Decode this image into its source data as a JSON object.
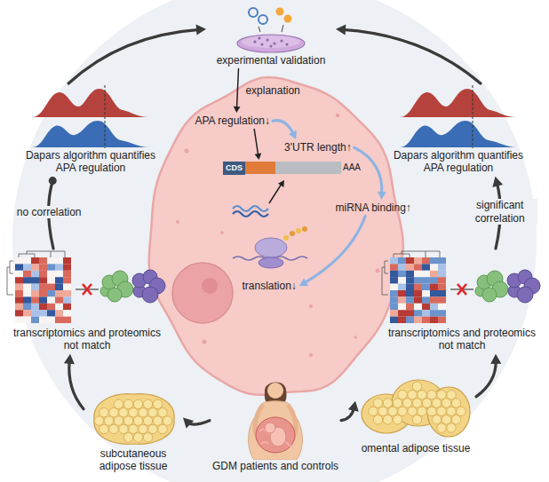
{
  "diagram": {
    "nodes": [
      {
        "text": [
          "experimental validation"
        ]
      },
      {
        "text": [
          "APA regulation↓"
        ]
      },
      {
        "text": [
          "3'UTR length↑"
        ]
      },
      {
        "text": [
          "CDS",
          "AAA"
        ]
      },
      {
        "text": [
          "miRNA binding↑"
        ]
      },
      {
        "text": [
          "translation↓"
        ]
      },
      {
        "text": [
          "Dapars algorithm quantifies APA regulation"
        ]
      },
      {
        "text": [
          "Dapars algorithm quantifies APA regulation"
        ]
      },
      {
        "text": [
          "transcriptomics and proteomics not match"
        ]
      },
      {
        "text": [
          "transcriptomics and proteomics not match"
        ]
      },
      {
        "text": [
          "subcutaneous adipose tissue"
        ]
      },
      {
        "text": [
          "omental adipose tissue"
        ]
      },
      {
        "text": [
          "GDM patients and controls"
        ]
      }
    ],
    "edges": [
      {
        "from": 12,
        "to": 10,
        "arrow": "to"
      },
      {
        "from": 12,
        "to": 11,
        "arrow": "to"
      },
      {
        "from": 10,
        "to": 8,
        "arrow": "to"
      },
      {
        "from": 11,
        "to": 9,
        "arrow": "to"
      },
      {
        "from": 8,
        "to": 6,
        "label": "no correlation",
        "arrow": "to"
      },
      {
        "from": 9,
        "to": 7,
        "label": "significant correlation",
        "arrow": "to"
      },
      {
        "from": 6,
        "to": 0,
        "arrow": "to"
      },
      {
        "from": 7,
        "to": 0,
        "arrow": "to"
      },
      {
        "from": 0,
        "to": 1,
        "label": "explanation",
        "arrow": "to"
      },
      {
        "from": 1,
        "to": 3,
        "arrow": "to"
      },
      {
        "from": 1,
        "to": 2,
        "arrow": "to"
      },
      {
        "from": 2,
        "to": 4,
        "arrow": "to"
      },
      {
        "from": 4,
        "to": 5,
        "arrow": "to"
      }
    ]
  }
}
